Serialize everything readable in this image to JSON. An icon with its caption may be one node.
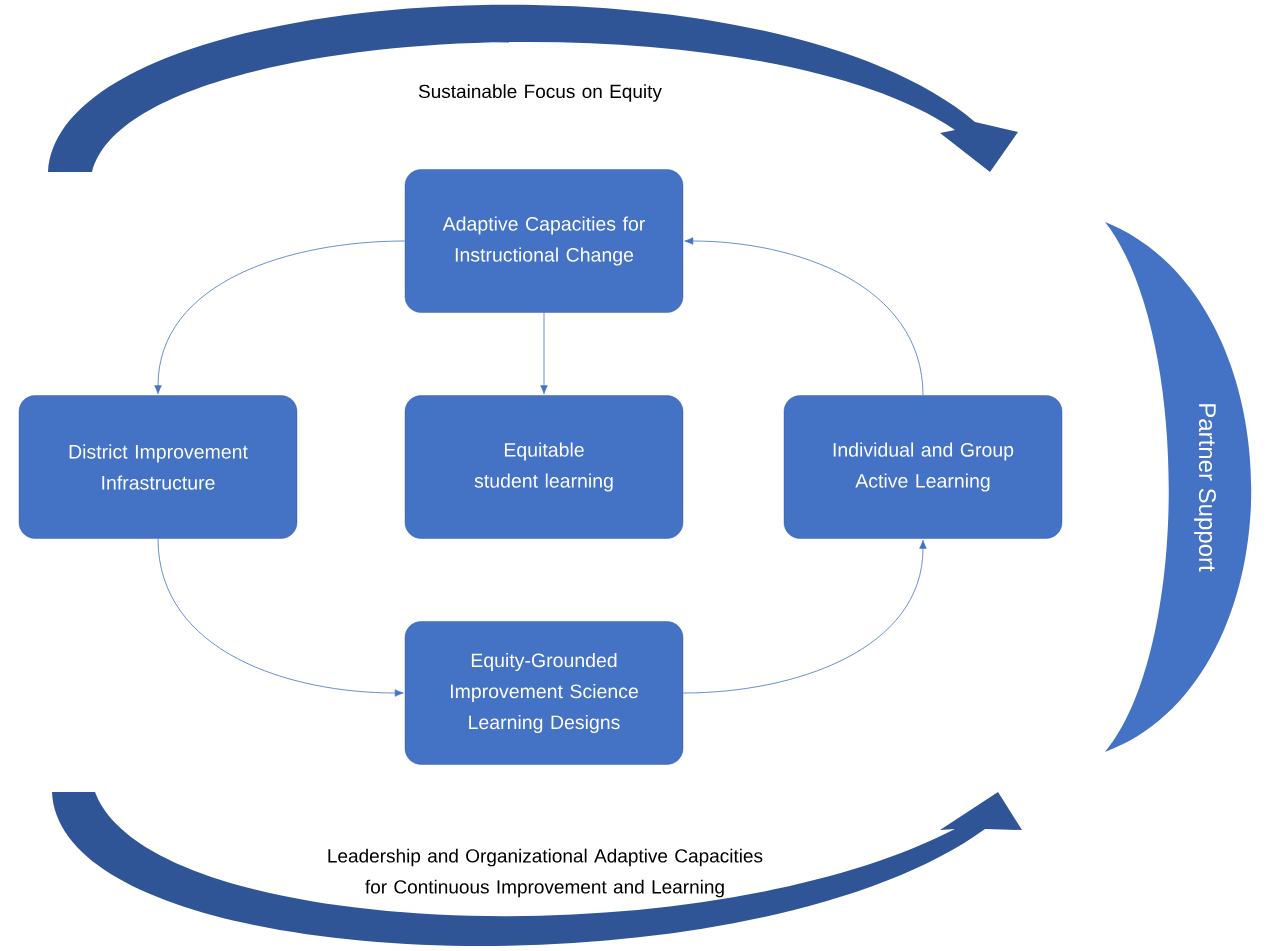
{
  "diagram": {
    "nodes": [
      {
        "text": [
          "Adaptive Capacities for Instructional Change"
        ]
      },
      {
        "text": [
          "District Improvement Infrastructure"
        ]
      },
      {
        "text": [
          "Equitable student learning"
        ]
      },
      {
        "text": [
          "Individual and Group Active Learning"
        ]
      },
      {
        "text": [
          "Equity-Grounded Improvement Science Learning Designs"
        ]
      },
      {
        "text": [
          "Partner Support"
        ]
      }
    ],
    "edges": [
      {
        "from": 0,
        "to": 1,
        "arrow": "to"
      },
      {
        "from": 0,
        "to": 2,
        "arrow": "to"
      },
      {
        "from": 1,
        "to": 4,
        "arrow": "to"
      },
      {
        "from": 4,
        "to": 3,
        "arrow": "to"
      },
      {
        "from": 3,
        "to": 0,
        "arrow": "to"
      }
    ],
    "labels": [
      "Sustainable Focus on Equity",
      "Leadership and Organizational Adaptive Capacities for Continuous Improvement and Learning"
    ]
  }
}
